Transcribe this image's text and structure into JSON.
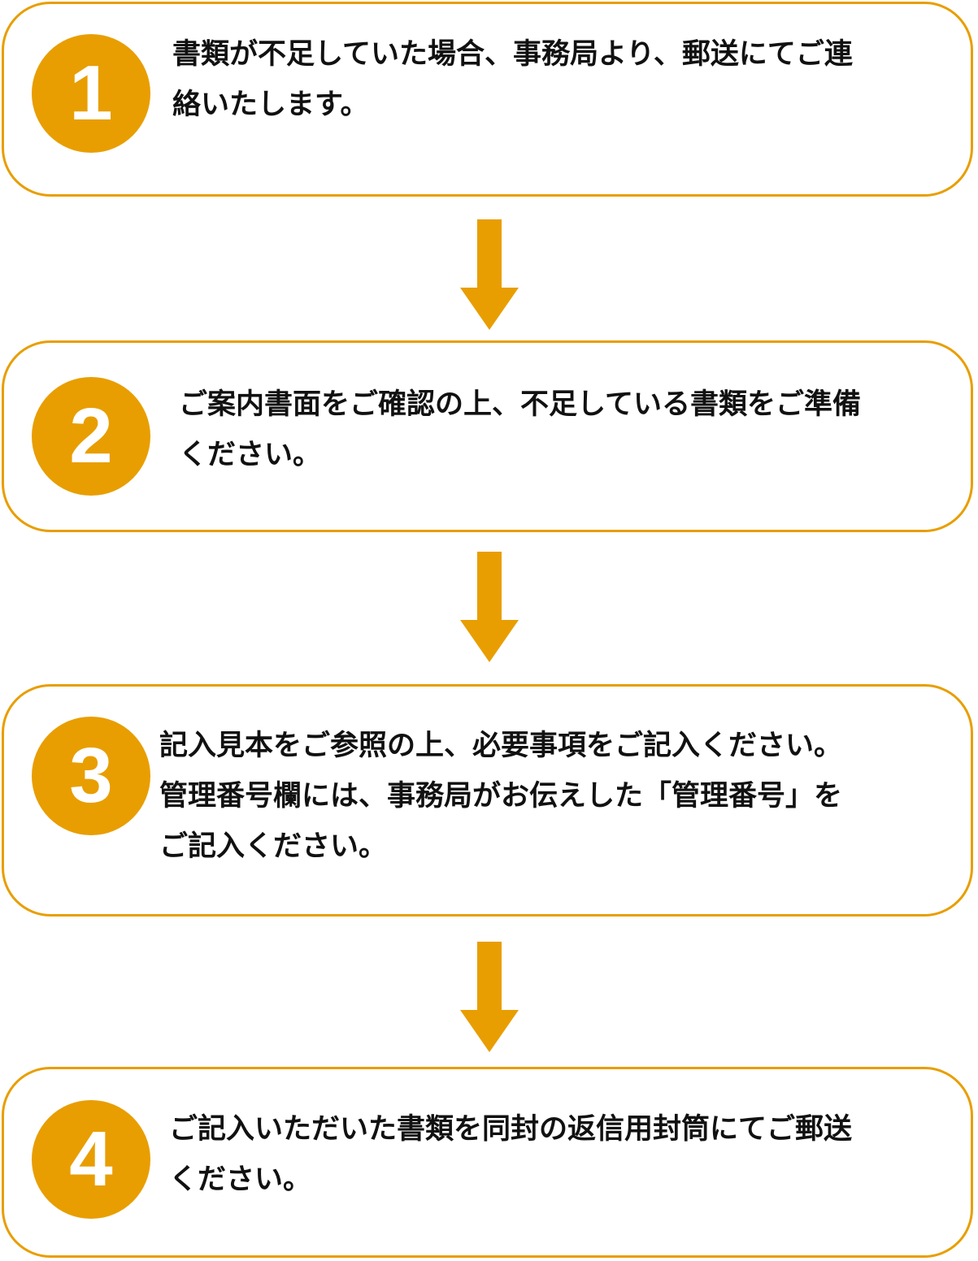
{
  "colors": {
    "accent": "#E89E00",
    "text": "#111111",
    "background": "#FFFFFF"
  },
  "steps": [
    {
      "number": "1",
      "lines": [
        "書類が不足していた場合、事務局より、郵送にてご連",
        "絡いたします。"
      ]
    },
    {
      "number": "2",
      "lines": [
        "ご案内書面をご確認の上、不足している書類をご準備",
        "ください。"
      ]
    },
    {
      "number": "3",
      "lines": [
        "記入見本をご参照の上、必要事項をご記入ください。",
        "管理番号欄には、事務局がお伝えした「管理番号」を",
        "ご記入ください。"
      ]
    },
    {
      "number": "4",
      "lines": [
        "ご記入いただいた書類を同封の返信用封筒にてご郵送",
        "ください。"
      ]
    }
  ],
  "connector_icon": "arrow-down-icon"
}
